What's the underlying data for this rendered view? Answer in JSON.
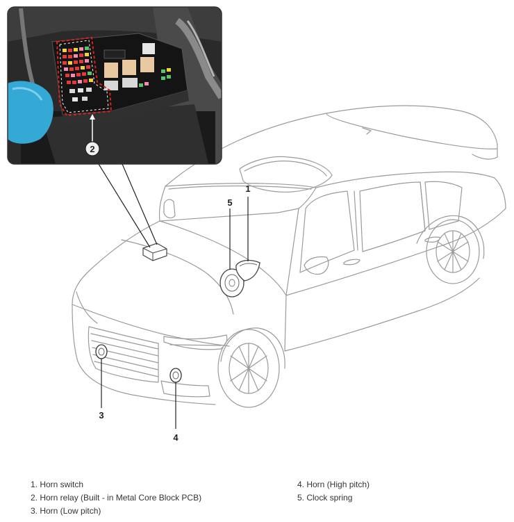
{
  "callouts": {
    "c1": "1",
    "c2": "2",
    "c3": "3",
    "c4": "4",
    "c5": "5"
  },
  "legend": [
    "1. Horn switch",
    "2. Horn relay (Built - in Metal Core Block PCB)",
    "3. Horn (Low pitch)",
    "4. Horn (High pitch)",
    "5. Clock spring"
  ],
  "colors": {
    "outline": "#9a9a9a",
    "leader": "#222222",
    "reservoir": "#35a9d6",
    "highlight": "#d9221c",
    "fuse_red": "#e23a3a",
    "fuse_pink": "#f28cb0",
    "fuse_yellow": "#f3d23a",
    "fuse_green": "#5cc46c",
    "relay_beige": "#e8c8a0"
  }
}
